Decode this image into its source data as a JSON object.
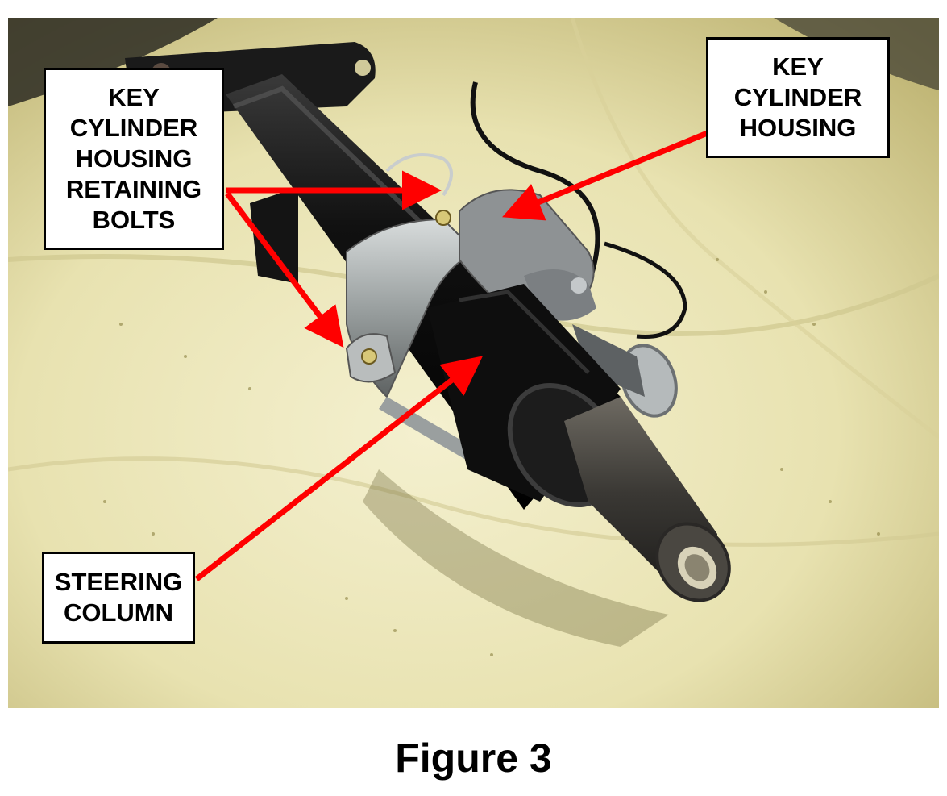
{
  "photo": {
    "subject": "steering column with key cylinder housing"
  },
  "callouts": {
    "retaining_bolts": "KEY\nCYLINDER\nHOUSING\nRETAINING\nBOLTS",
    "key_cylinder_housing": "KEY\nCYLINDER\nHOUSING",
    "steering_column": "STEERING\nCOLUMN"
  },
  "caption": "Figure 3",
  "colors": {
    "arrow": "#ff0000",
    "callout_border": "#000000",
    "background": "#ffffff"
  }
}
